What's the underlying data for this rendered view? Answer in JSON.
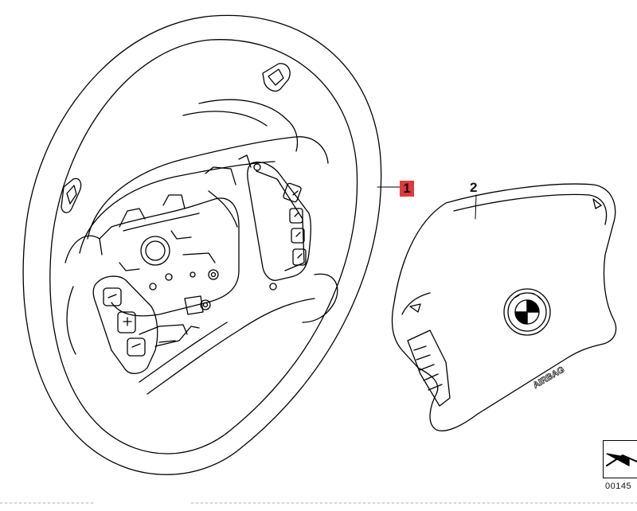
{
  "callouts": {
    "part_1": "1",
    "part_2": "2"
  },
  "airbag_label": "AIRBAG",
  "reference_code": "00145",
  "colors": {
    "line": "#000000",
    "callout_highlight": "#e0393b",
    "background": "#ffffff"
  },
  "icons": {
    "logo": "bmw-roundel-icon",
    "corner": "folded-corner-icon"
  }
}
